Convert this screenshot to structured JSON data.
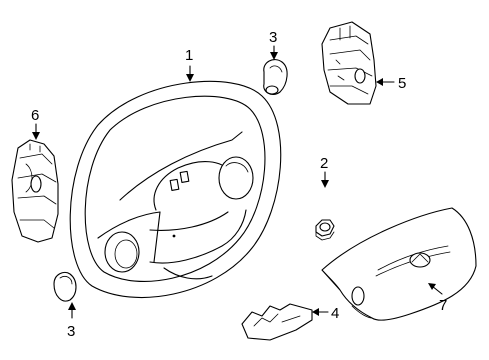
{
  "callouts": {
    "c1": "1",
    "c2": "2",
    "c3a": "3",
    "c3b": "3",
    "c4": "4",
    "c5": "5",
    "c6": "6",
    "c7": "7"
  }
}
